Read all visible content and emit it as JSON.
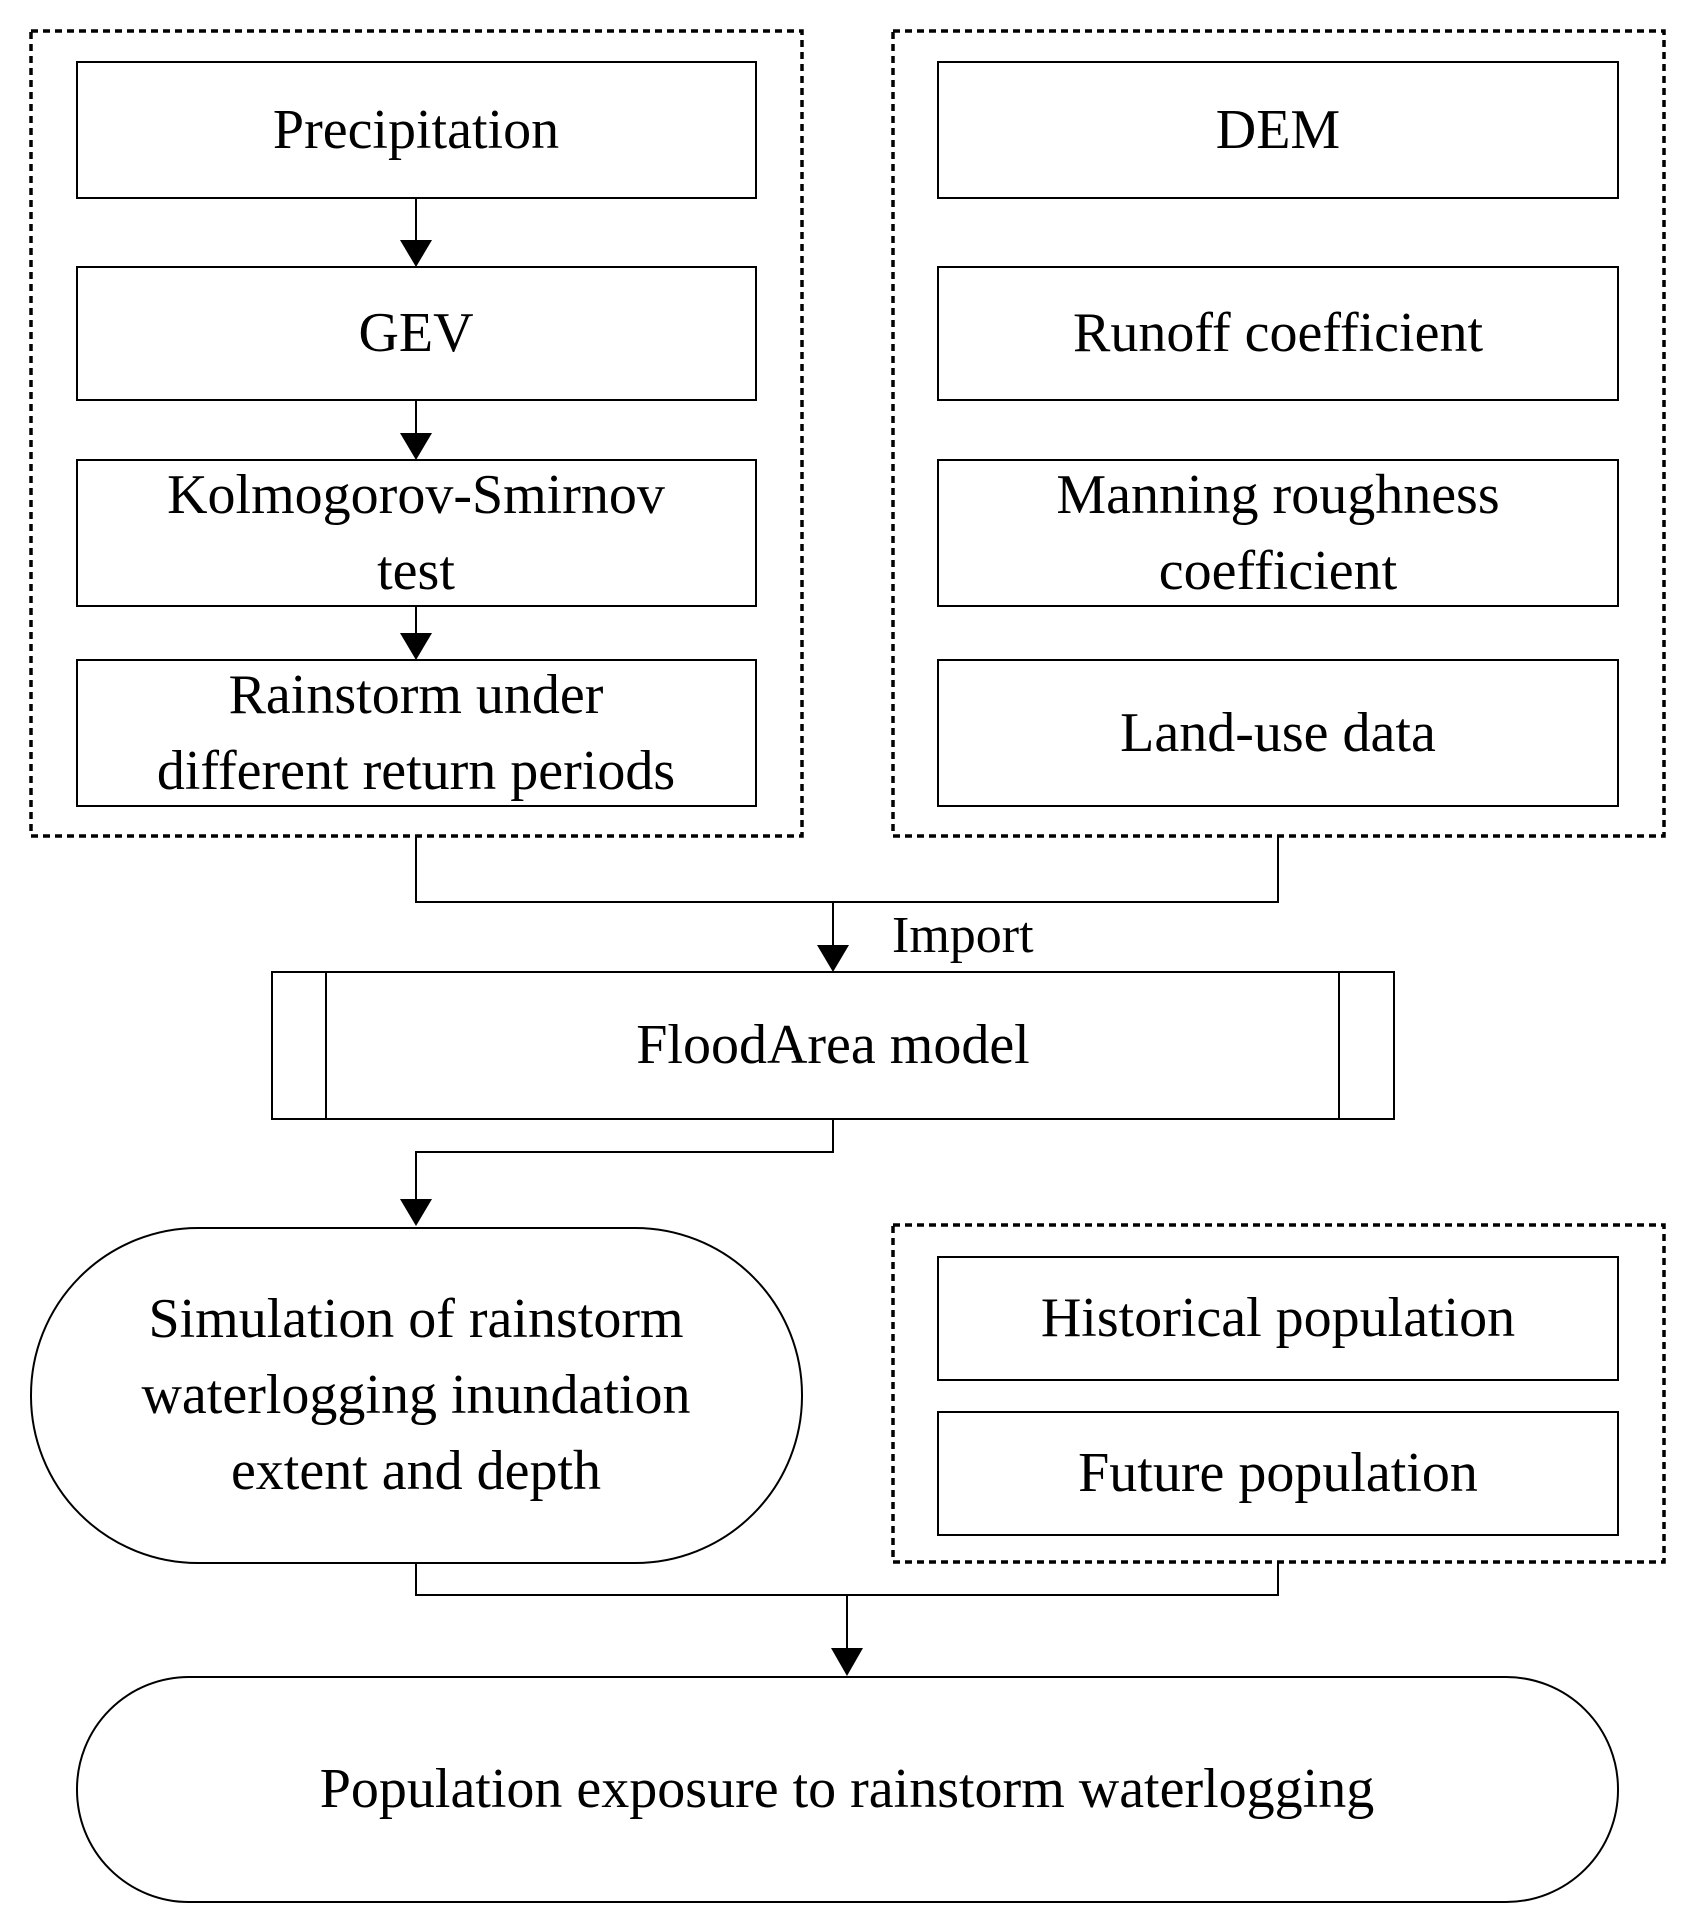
{
  "nodes": {
    "precipitation": [
      "Precipitation"
    ],
    "gev": [
      "GEV"
    ],
    "ks_test": [
      "Kolmogorov-Smirnov",
      "test"
    ],
    "rainstorm": [
      "Rainstorm under",
      "different return periods"
    ],
    "dem": [
      "DEM"
    ],
    "runoff": [
      "Runoff coefficient"
    ],
    "manning": [
      "Manning roughness",
      "coefficient"
    ],
    "landuse": [
      "Land-use data"
    ],
    "floodarea": [
      "FloodArea model"
    ],
    "simulation": [
      "Simulation of rainstorm",
      "waterlogging inundation",
      "extent and depth"
    ],
    "historical_pop": [
      "Historical population"
    ],
    "future_pop": [
      "Future population"
    ],
    "exposure": [
      "Population exposure to rainstorm waterlogging"
    ]
  },
  "edge_labels": {
    "import": "Import"
  }
}
